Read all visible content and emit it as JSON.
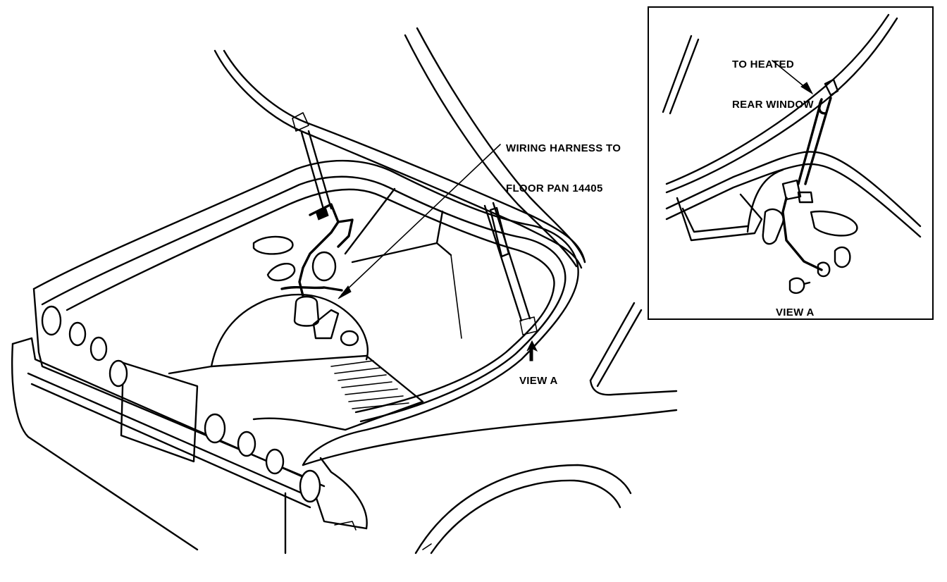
{
  "labels": {
    "wiring_harness_line1": "WIRING HARNESS TO",
    "wiring_harness_line2": "FLOOR PAN 14405",
    "view_a_callout": "VIEW A",
    "heated_line1": "TO HEATED",
    "heated_line2": "REAR WINDOW",
    "inset_caption": "VIEW A"
  },
  "colors": {
    "line": "#000000",
    "background": "#ffffff"
  }
}
